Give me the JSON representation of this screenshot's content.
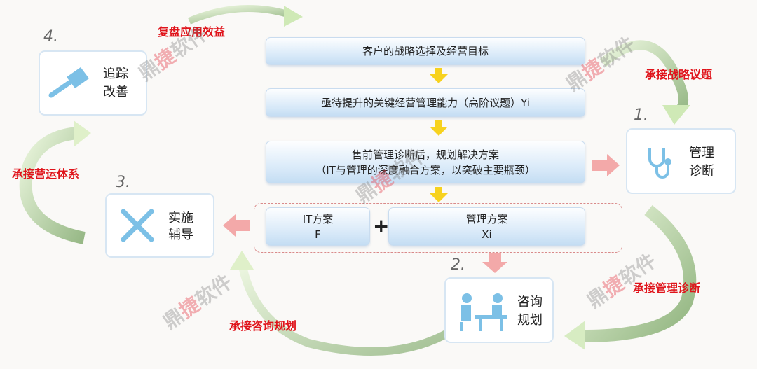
{
  "flow": {
    "step1": "客户的战略选择及经营目标",
    "step2": "亟待提升的关键经营管理能力（高阶议题）Yi",
    "step3_line1": "售前管理诊断后，规划解决方案",
    "step3_line2": "（IT与管理的深度融合方案，以突破主要瓶颈）",
    "it_plan": {
      "title": "IT方案",
      "symbol": "F"
    },
    "plus": "+",
    "mgmt_plan": {
      "title": "管理方案",
      "symbol": "Xi"
    }
  },
  "stages": [
    {
      "num": "1.",
      "line1": "管理",
      "line2": "诊断",
      "icon": "stethoscope-icon"
    },
    {
      "num": "2.",
      "line1": "咨询",
      "line2": "规划",
      "icon": "consulting-meeting-icon"
    },
    {
      "num": "3.",
      "line1": "实施",
      "line2": "辅导",
      "icon": "tools-icon"
    },
    {
      "num": "4.",
      "line1": "追踪",
      "line2": "改善",
      "icon": "brush-icon"
    }
  ],
  "cycle_labels": {
    "top": "复盘应用效益",
    "right_top": "承接战略议题",
    "left": "承接营运体系",
    "right_bottom": "承接管理诊断",
    "bottom": "承接咨询规划"
  },
  "watermark": "鼎捷软件",
  "colors": {
    "red": "#e0141b",
    "green": "#8fbf6a",
    "blue_icon": "#7cc0e6"
  }
}
